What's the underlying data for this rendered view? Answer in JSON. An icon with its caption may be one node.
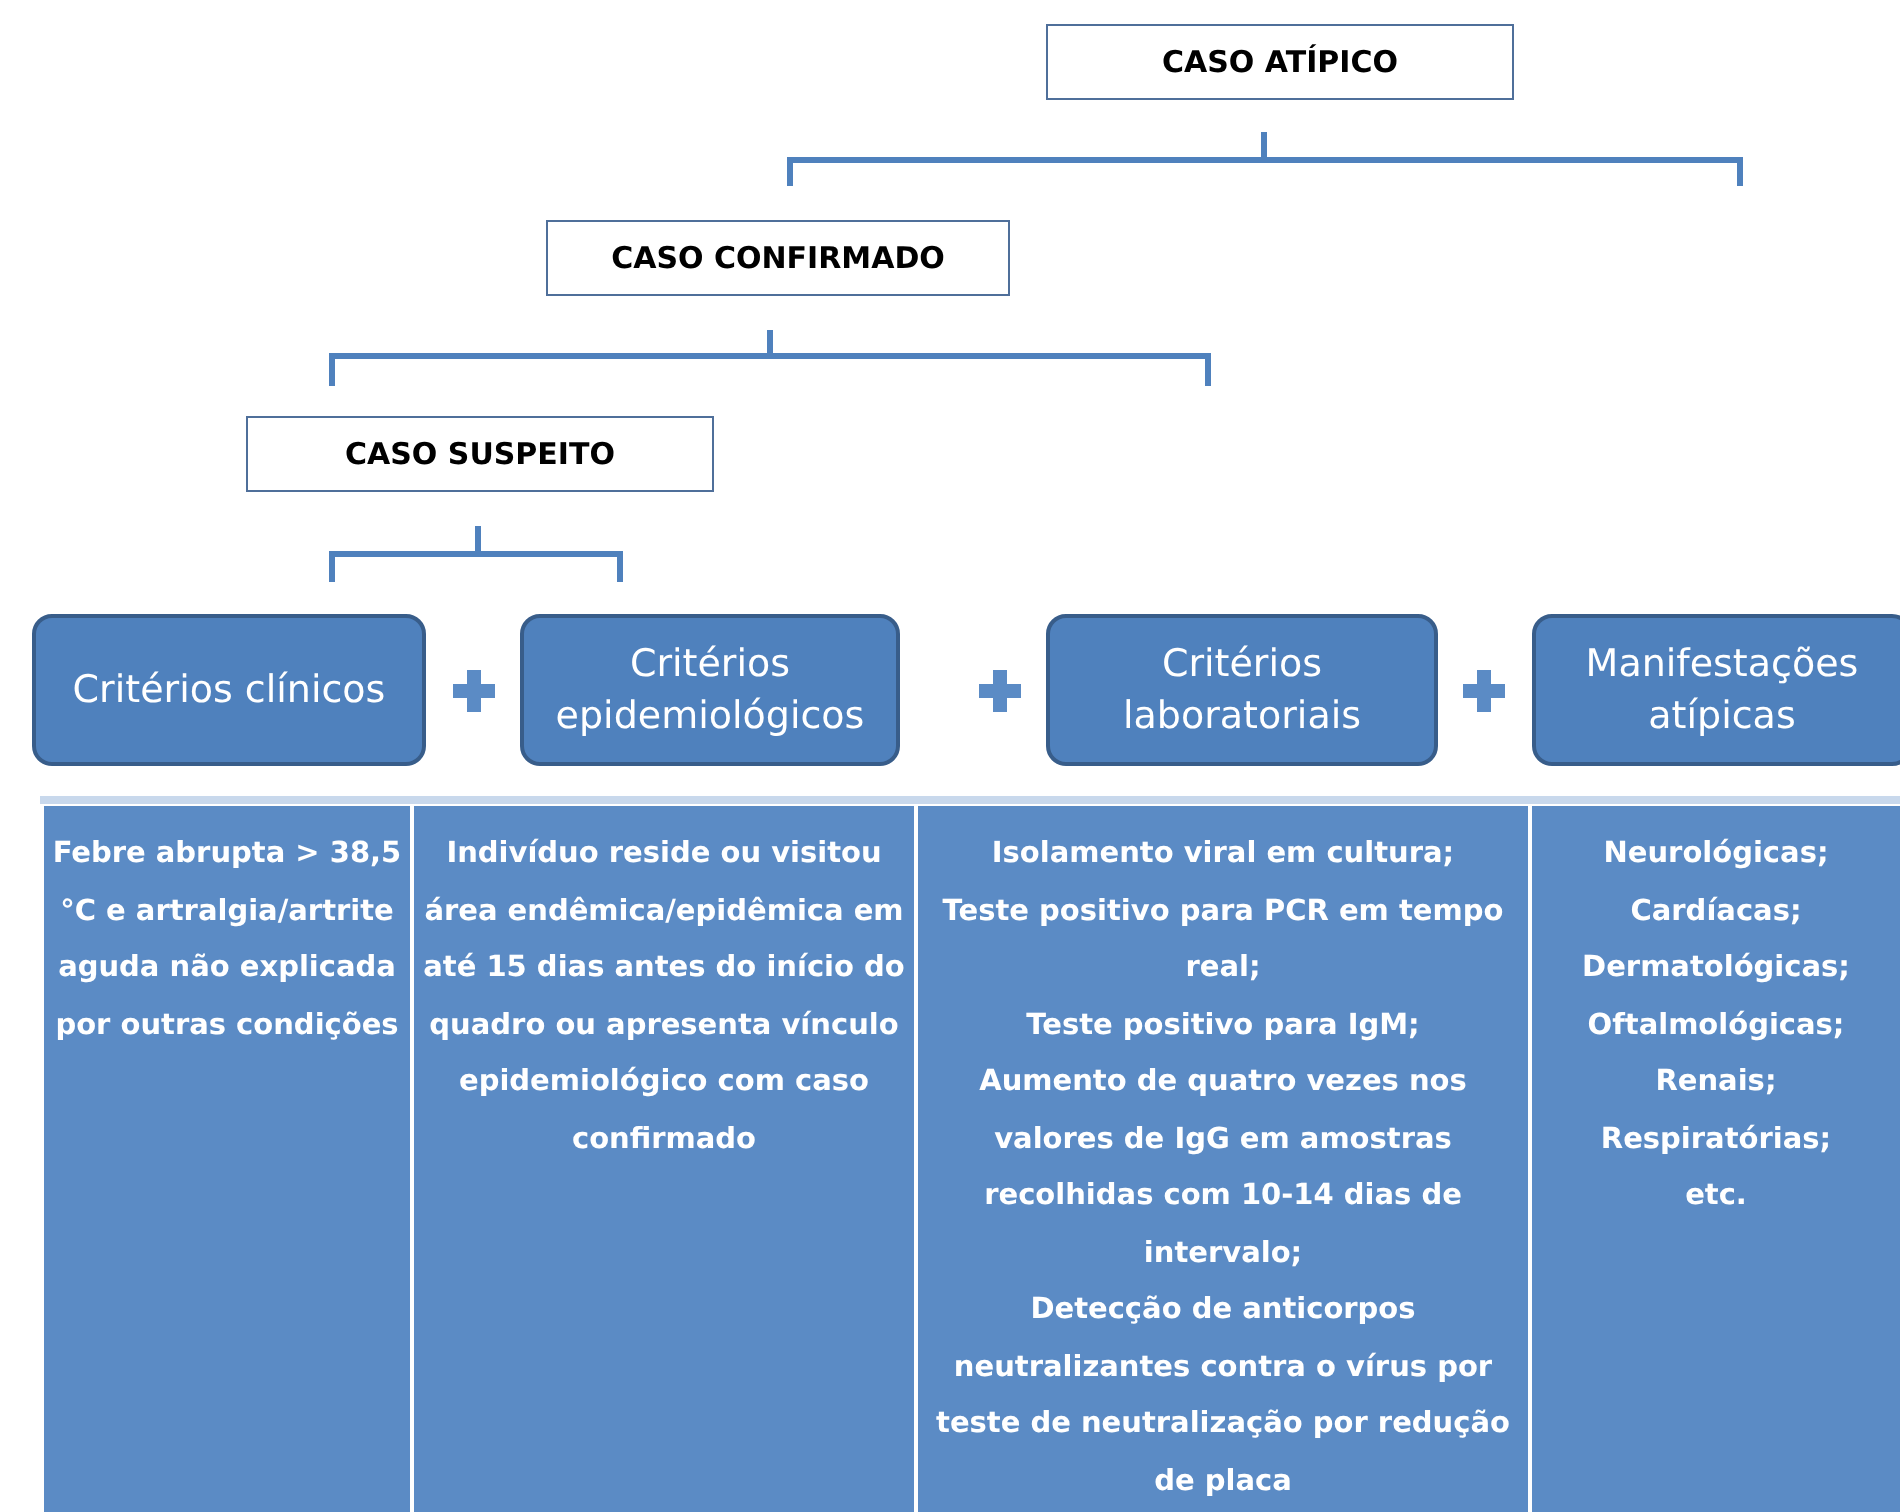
{
  "diagram": {
    "nodes": [
      {
        "text": [
          "CASO ATÍPICO"
        ]
      },
      {
        "text": [
          "CASO CONFIRMADO"
        ]
      },
      {
        "text": [
          "CASO SUSPEITO"
        ]
      },
      {
        "text": [
          "Critérios clínicos"
        ]
      },
      {
        "text": [
          "Critérios epidemiológicos"
        ]
      },
      {
        "text": [
          "Critérios laboratoriais"
        ]
      },
      {
        "text": [
          "Manifestações atípicas"
        ]
      },
      {
        "text": [
          "Febre abrupta > 38,5 °C e artralgia/artrite aguda não explicada por outras condições"
        ]
      },
      {
        "text": [
          "Indivíduo reside ou visitou área endêmica/epidêmica em até 15 dias antes do início do quadro ou apresenta vínculo epidemiológico com caso confirmado"
        ]
      },
      {
        "text": [
          "Isolamento viral em cultura;",
          "Teste positivo para PCR em tempo real;",
          "Teste positivo para IgM;",
          "Aumento de quatro vezes nos valores de IgG em amostras recolhidas com 10-14 dias de intervalo;",
          "Detecção de anticorpos neutralizantes contra o vírus por teste de neutralização por redução de placa"
        ]
      },
      {
        "text": [
          "Neurológicas;",
          "Cardíacas;",
          "Dermatológicas;",
          "Oftalmológicas;",
          "Renais;",
          "Respiratórias;",
          "etc."
        ]
      }
    ]
  }
}
